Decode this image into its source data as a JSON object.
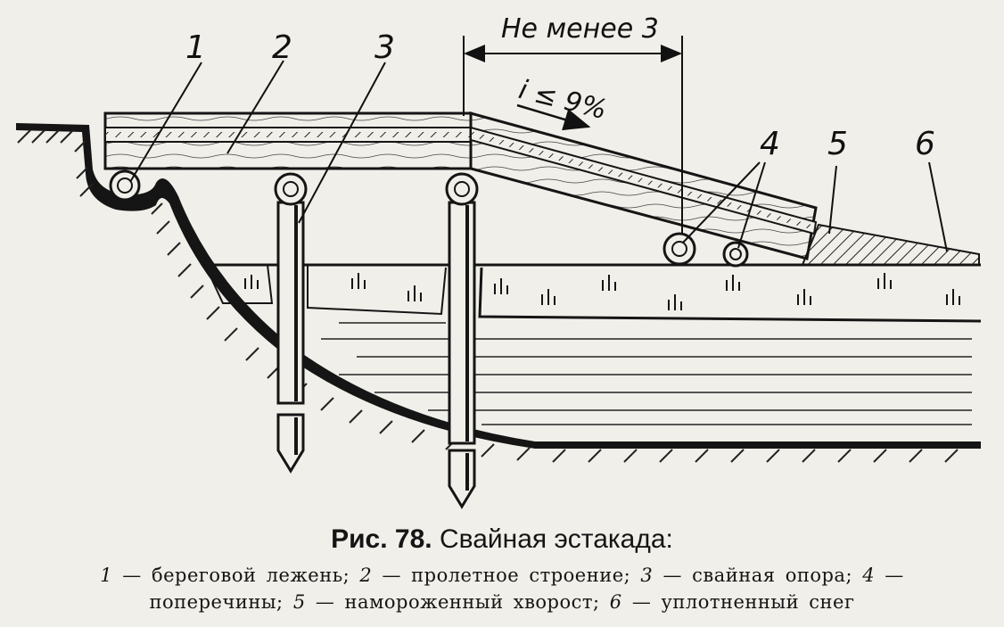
{
  "labels": {
    "n1": "1",
    "n2": "2",
    "n3": "3",
    "n4": "4",
    "n5": "5",
    "n6": "6"
  },
  "dimension": "Не менее 3",
  "slope": "i ≤ 9%",
  "caption": {
    "prefix": "Рис. 78.",
    "title": "Свайная эстакада:"
  },
  "legend": {
    "line1": [
      {
        "num": "1",
        "text": "береговой лежень;"
      },
      {
        "num": "2",
        "text": "пролетное строение;"
      },
      {
        "num": "3",
        "text": "свайная опора;"
      },
      {
        "num": "4",
        "text": ""
      }
    ],
    "line2": [
      {
        "num": "",
        "text": "поперечины;"
      },
      {
        "num": "5",
        "text": "намороженный хворост;"
      },
      {
        "num": "6",
        "text": "уплотненный снег"
      }
    ]
  },
  "colors": {
    "ink": "#151515",
    "paper": "#f1efe9"
  }
}
